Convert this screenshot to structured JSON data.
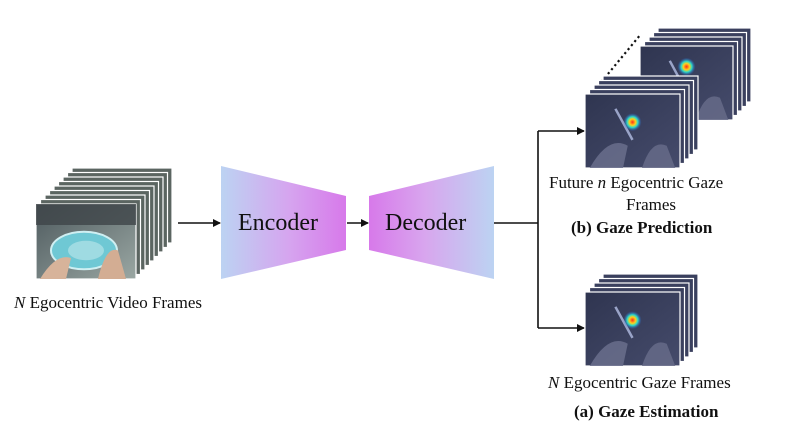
{
  "input": {
    "label_var": "N",
    "label_text": "Egocentric Video Frames"
  },
  "encoder": {
    "label": "Encoder"
  },
  "decoder": {
    "label": "Decoder"
  },
  "prediction": {
    "line1_prefix": "Future",
    "line1_var": "n",
    "line1_suffix": "Egocentric Gaze",
    "line2": "Frames",
    "title": "(b) Gaze Prediction"
  },
  "estimation": {
    "label_var": "N",
    "label_text": "Egocentric Gaze Frames",
    "title": "(a) Gaze Estimation"
  },
  "colors": {
    "block_gradient_start": "#b9cff2",
    "block_gradient_mid": "#d8a6ee",
    "block_gradient_end": "#d57bea",
    "arrow": "#111111",
    "gaze_frame": "#39405f"
  }
}
